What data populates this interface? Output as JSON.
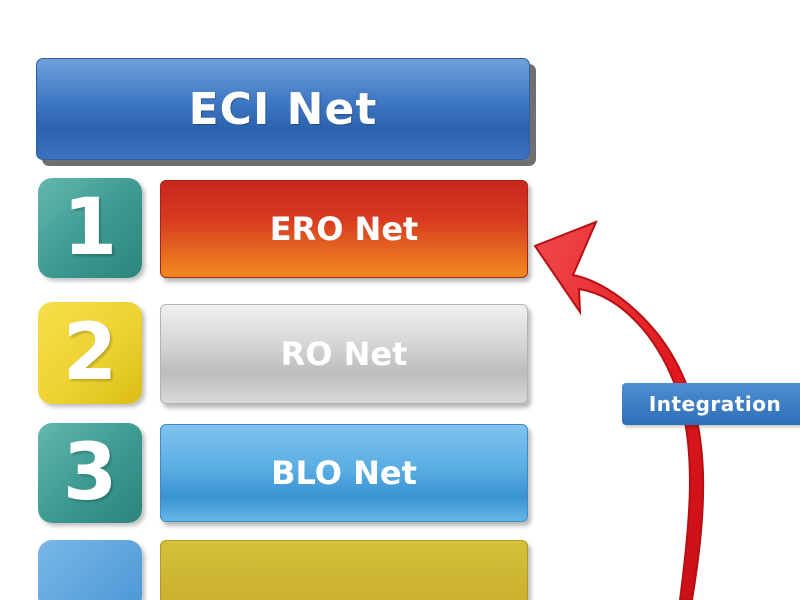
{
  "diagram": {
    "header": "ECI Net",
    "levels": [
      {
        "number": "1",
        "label": "ERO Net"
      },
      {
        "number": "2",
        "label": "RO Net"
      },
      {
        "number": "3",
        "label": "BLO Net"
      }
    ],
    "integration_label": "Integration",
    "colors": {
      "header_blue": "#3f78c4",
      "ero_red": "#c9271d",
      "ero_orange": "#f08a20",
      "ro_gray": "#c7c7c7",
      "blo_blue": "#5aaee4",
      "badge_teal": "#3b9990",
      "badge_yellow": "#ecd12f",
      "arrow_red": "#e1191f",
      "integration_blue": "#2f6fb8"
    },
    "icons": [
      "curved-arrow-icon"
    ]
  }
}
